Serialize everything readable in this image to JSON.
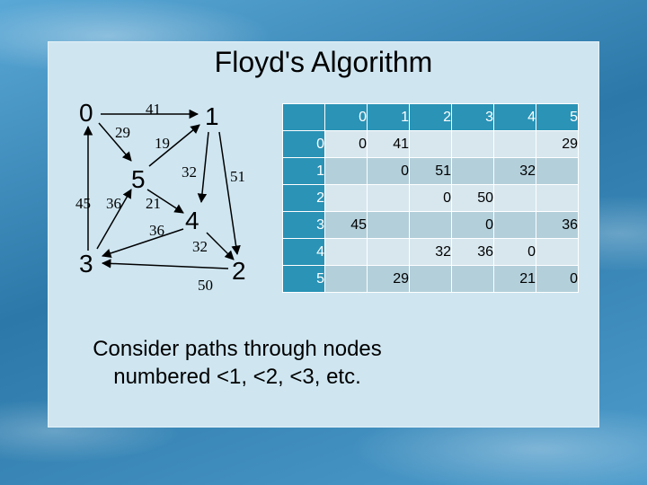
{
  "title": "Floyd's Algorithm",
  "graph": {
    "nodes": [
      "0",
      "1",
      "5",
      "4",
      "3",
      "2"
    ],
    "edge_weights": [
      "41",
      "29",
      "19",
      "32",
      "51",
      "45",
      "36",
      "21",
      "36",
      "32",
      "50"
    ]
  },
  "matrix": {
    "columns": [
      "0",
      "1",
      "2",
      "3",
      "4",
      "5"
    ],
    "rows": [
      {
        "label": "0",
        "cells": [
          "0",
          "41",
          "",
          "",
          "",
          "29"
        ]
      },
      {
        "label": "1",
        "cells": [
          "",
          "0",
          "51",
          "",
          "32",
          ""
        ]
      },
      {
        "label": "2",
        "cells": [
          "",
          "",
          "0",
          "50",
          "",
          ""
        ]
      },
      {
        "label": "3",
        "cells": [
          "45",
          "",
          "",
          "0",
          "",
          "36"
        ]
      },
      {
        "label": "4",
        "cells": [
          "",
          "",
          "32",
          "36",
          "0",
          ""
        ]
      },
      {
        "label": "5",
        "cells": [
          "",
          "29",
          "",
          "",
          "21",
          "0"
        ]
      }
    ]
  },
  "caption": {
    "line1": "Consider paths through nodes",
    "line2": "numbered <1, <2, <3, etc."
  }
}
